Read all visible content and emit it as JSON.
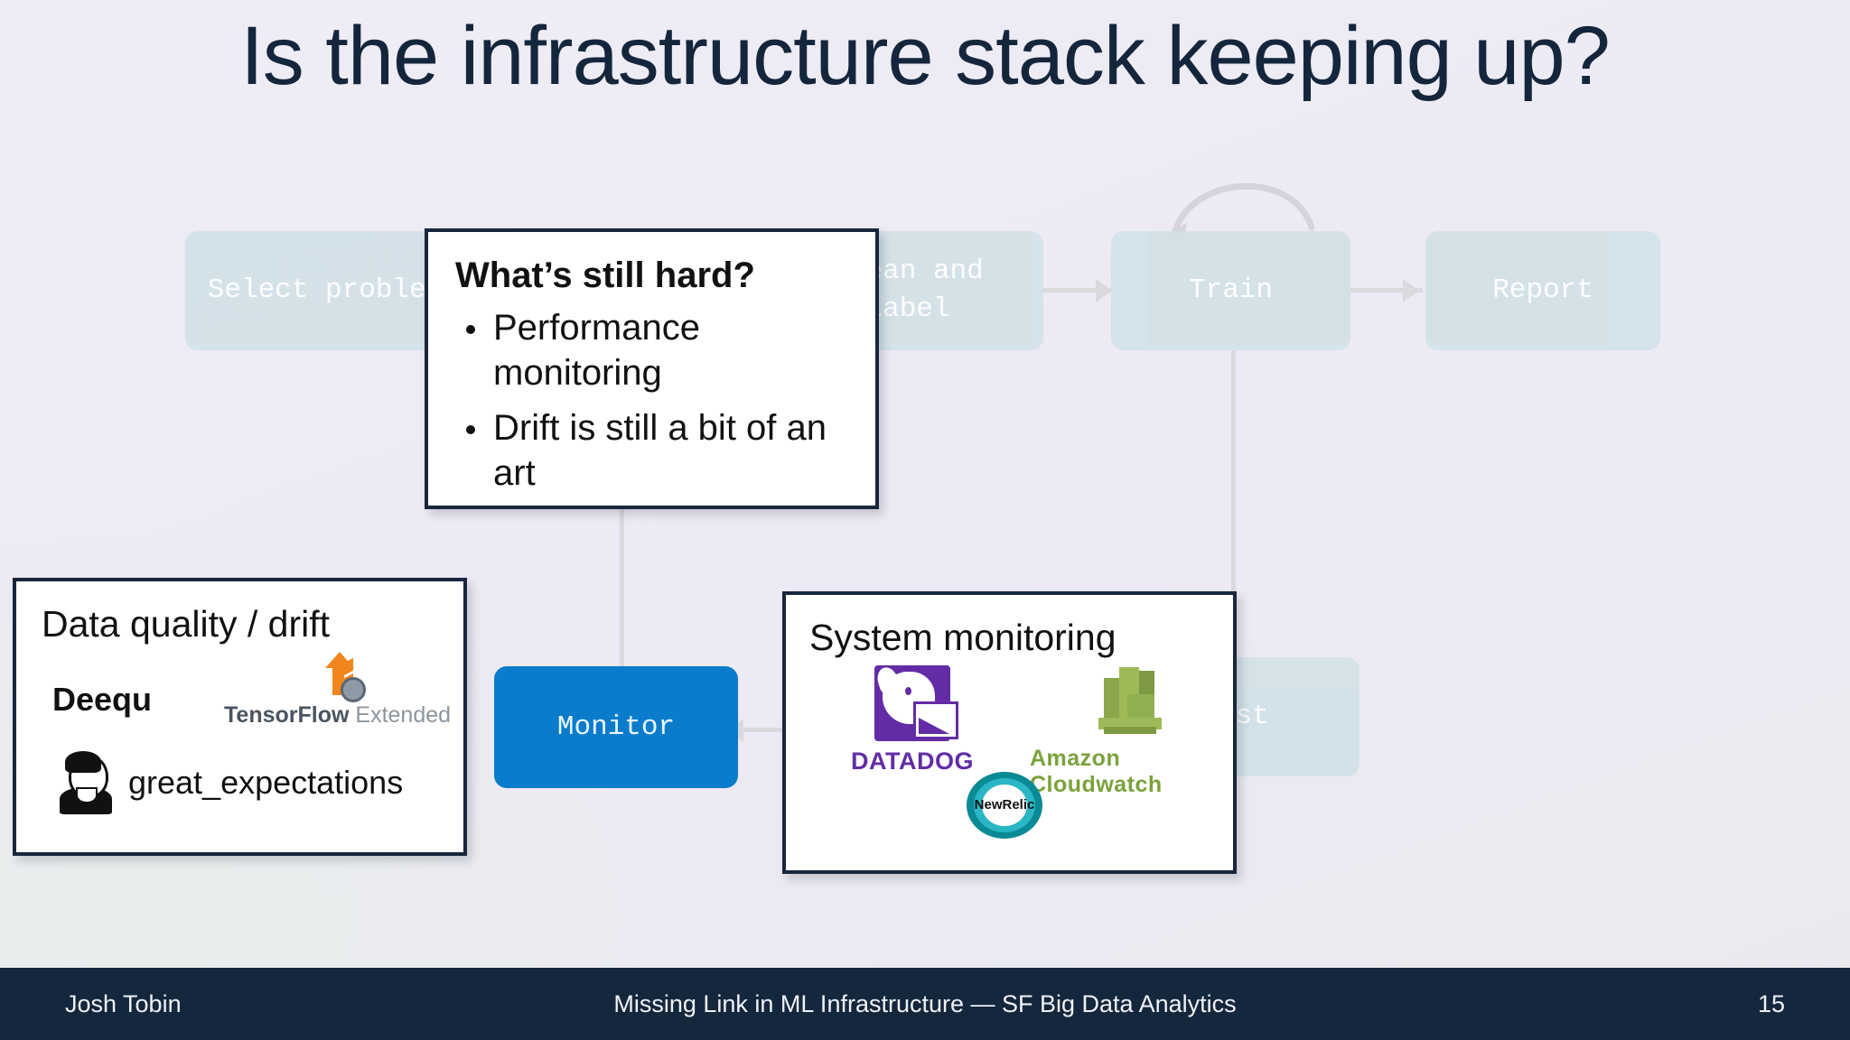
{
  "slide": {
    "title": "Is the infrastructure stack keeping up?",
    "page_number": "15"
  },
  "flow": {
    "steps": [
      {
        "key": "select-problem",
        "label": "Select problem",
        "state": "dim"
      },
      {
        "key": "clean-and-label",
        "label": "Clean and\nlabel",
        "state": "dim"
      },
      {
        "key": "train",
        "label": "Train",
        "state": "dim"
      },
      {
        "key": "report",
        "label": "Report",
        "state": "dim"
      },
      {
        "key": "test",
        "label": "Test",
        "state": "dim"
      },
      {
        "key": "monitor",
        "label": "Monitor",
        "state": "active"
      }
    ],
    "active_color": "#0a7ccb",
    "dim_color": "#d2e2e8",
    "connector_color": "#d9d9de"
  },
  "callout": {
    "heading": "What’s still hard?",
    "bullets": [
      "Performance monitoring",
      "Drift is still a bit of an art"
    ]
  },
  "data_quality_card": {
    "title": "Data quality / drift",
    "tools": [
      {
        "name": "deequ",
        "label": "Deequ"
      },
      {
        "name": "tensorflow-extended",
        "label_bold": "TensorFlow",
        "label_light": "Extended"
      },
      {
        "name": "great-expectations",
        "label": "great_expectations"
      }
    ]
  },
  "system_monitoring_card": {
    "title": "System monitoring",
    "tools": [
      {
        "name": "datadog",
        "label": "DATADOG",
        "color": "#632ca6"
      },
      {
        "name": "amazon-cloudwatch",
        "label": "Amazon Cloudwatch",
        "color": "#7aa23c"
      },
      {
        "name": "new-relic",
        "line1": "New",
        "line2": "Relic",
        "color": "#0a8a94"
      }
    ]
  },
  "footer": {
    "presenter": "Josh Tobin",
    "talk": "Missing Link in ML Infrastructure — SF Big Data Analytics",
    "page": "15"
  }
}
